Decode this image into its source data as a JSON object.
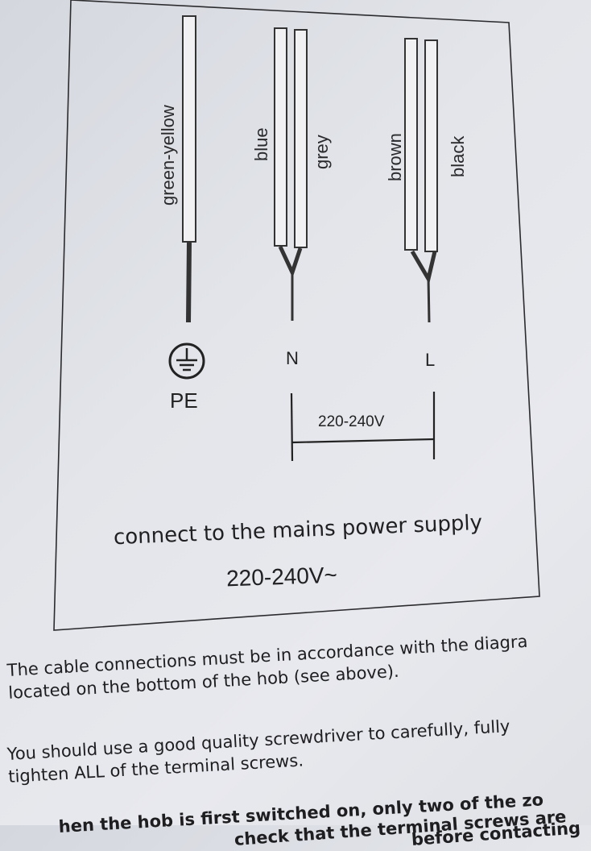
{
  "diagram": {
    "wires": {
      "pe": "green-yellow",
      "n1": "blue",
      "n2": "grey",
      "l1": "brown",
      "l2": "black"
    },
    "terminals": {
      "earth": "PE",
      "neutral": "N",
      "live": "L"
    },
    "voltage_span": "220-240V",
    "caption_line1": "connect to the mains power supply",
    "caption_line2": "220-240V~"
  },
  "text": {
    "p1_line1": "The cable connections must be in accordance with the diagra",
    "p1_line2": "located on the bottom of the hob (see above).",
    "p2_line1": "You should use a good quality screwdriver to carefully, fully",
    "p2_line2": "tighten ALL of the terminal screws.",
    "p3_line1": "hen the hob is first switched on, only two of the zo",
    "p3_line2": "check that the terminal screws are",
    "p3_line3": "before contacting"
  }
}
